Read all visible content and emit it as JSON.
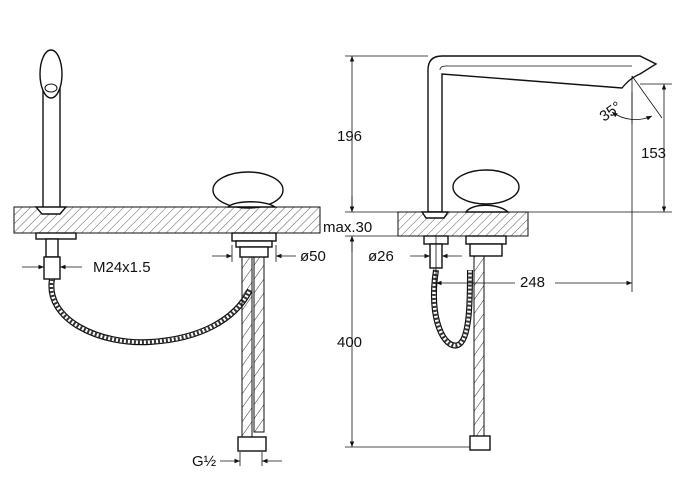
{
  "dimensions": {
    "m24": "M24x1.5",
    "d50": "ø50",
    "g12": "G½",
    "h196": "196",
    "max30": "max.30",
    "d26": "ø26",
    "h400": "400",
    "angle35": "35°",
    "h153": "153",
    "l248": "248"
  }
}
